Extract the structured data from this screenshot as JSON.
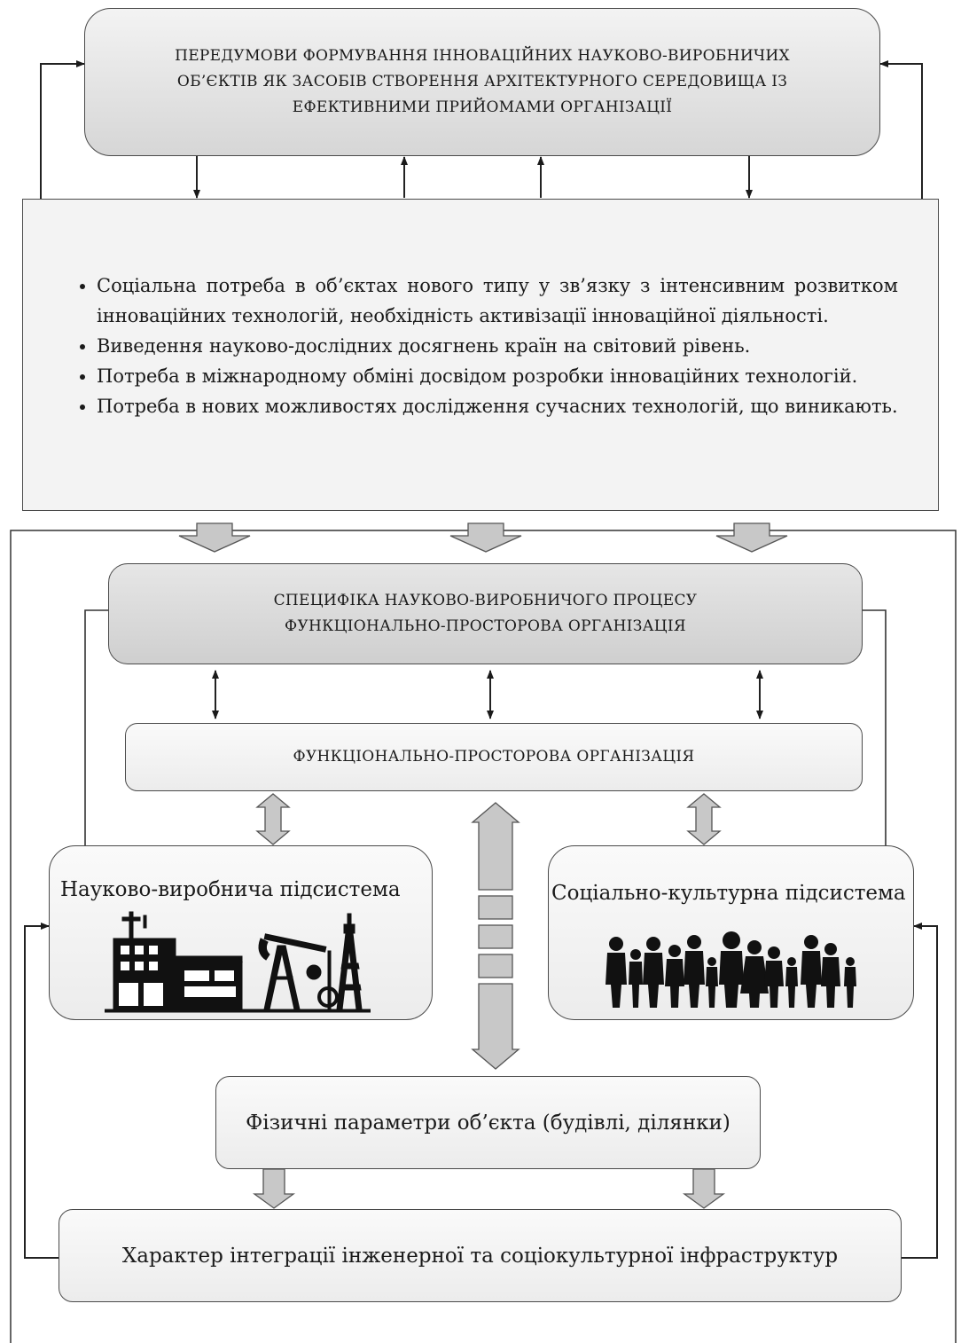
{
  "top_box": {
    "lines": [
      "ПЕРЕДУМОВИ ФОРМУВАННЯ ІННОВАЦІЙНИХ НАУКОВО-ВИРОБНИЧИХ",
      "ОБ’ЄКТІВ ЯК ЗАСОБІВ СТВОРЕННЯ АРХІТЕКТУРНОГО СЕРЕДОВИЩА ІЗ",
      "ЕФЕКТИВНИМИ ПРИЙОМАМИ ОРГАНІЗАЦІЇ"
    ]
  },
  "bullets": [
    "Соціальна потреба в об’єктах нового типу у зв’язку з інтенсивним розвитком інноваційних технологій, необхідність активізації інноваційної діяльності.",
    "Виведення науково-дослідних досягнень країн на світовий рівень.",
    "Потреба в міжнародному обміні досвідом розробки інноваційних технологій.",
    "Потреба в нових можливостях дослідження сучасних технологій, що виникають."
  ],
  "specifics_box": {
    "line1": "СПЕЦИФІКА НАУКОВО-ВИРОБНИЧОГО ПРОЦЕСУ",
    "line2": "ФУНКЦІОНАЛЬНО-ПРОСТОРОВА ОРГАНІЗАЦІЯ"
  },
  "functional_box": {
    "label": "ФУНКЦІОНАЛЬНО-ПРОСТОРОВА ОРГАНІЗАЦІЯ"
  },
  "left_subsystem": {
    "title": "Науково-виробнича підсистема",
    "icon": "industrial-plant-icon"
  },
  "right_subsystem": {
    "title": "Соціально-культурна підсистема",
    "icon": "people-group-icon"
  },
  "physical_box": {
    "label": "Фізичні параметри об’єкта (будівлі, ділянки)"
  },
  "integration_box": {
    "label": "Характер інтеграції інженерної та соціокультурної інфраструктур"
  },
  "colors": {
    "stroke": "#2a2a2a",
    "fat_arrow_fill": "#c8c8c8",
    "box_dark": "#d6d6d6"
  }
}
